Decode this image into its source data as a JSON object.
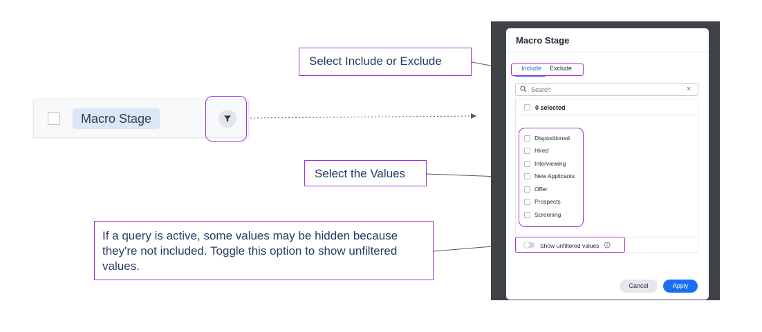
{
  "column_header": {
    "label": "Macro Stage"
  },
  "callouts": {
    "include_exclude": "Select Include or Exclude",
    "values": "Select the Values",
    "unfiltered": "If a query is active, some values may be hidden because they're not included. Toggle this option to show unfiltered values."
  },
  "dialog": {
    "title": "Macro Stage",
    "tabs": {
      "include": "Include",
      "exclude": "Exclude",
      "active": "Include"
    },
    "search": {
      "placeholder": "Search",
      "value": ""
    },
    "selected_count": "0 selected",
    "options": [
      {
        "label": "Dispositioned",
        "checked": false
      },
      {
        "label": "Hired",
        "checked": false
      },
      {
        "label": "Interviewing",
        "checked": false
      },
      {
        "label": "New Applicants",
        "checked": false
      },
      {
        "label": "Offer",
        "checked": false
      },
      {
        "label": "Prospects",
        "checked": false
      },
      {
        "label": "Screening",
        "checked": false
      }
    ],
    "show_unfiltered": {
      "label": "Show unfiltered values",
      "enabled": false
    },
    "buttons": {
      "cancel": "Cancel",
      "apply": "Apply"
    }
  },
  "colors": {
    "accent": "#1a6ff1",
    "annotation": "#9b30d9",
    "callout_text": "#243b64",
    "frame": "#3f4247"
  }
}
